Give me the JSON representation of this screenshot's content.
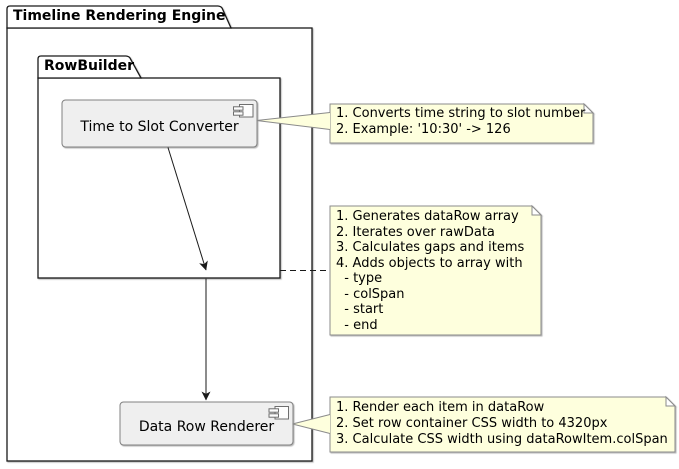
{
  "diagram": {
    "packages": {
      "outer": {
        "label": "Timeline Rendering Engine"
      },
      "inner": {
        "label": "RowBuilder"
      }
    },
    "components": {
      "converter": {
        "label": "Time to Slot Converter"
      },
      "renderer": {
        "label": "Data Row Renderer"
      }
    },
    "notes": {
      "converter_note": {
        "lines": [
          "1. Converts time string to slot number",
          "2. Example: '10:30' -> 126"
        ]
      },
      "rowbuilder_note": {
        "lines": [
          "1. Generates dataRow array",
          "2. Iterates over rawData",
          "3. Calculates gaps and items",
          "4. Adds objects to array with",
          "  - type",
          "  - colSpan",
          "  - start",
          "  - end"
        ]
      },
      "renderer_note": {
        "lines": [
          "1. Render each item in dataRow",
          "2. Set row container CSS width to 4320px",
          "3. Calculate CSS width using dataRowItem.colSpan"
        ]
      }
    },
    "colors": {
      "background": "#FFFFFF",
      "package_fill": "#FFFFFF",
      "package_border": "#1A1A1A",
      "component_fill": "#EFEFEF",
      "component_border": "#808080",
      "icon_fill": "#FDFDFD",
      "icon_border": "#6E6E6E",
      "note_fill": "#FEFFDD",
      "note_border": "#8B8B8B",
      "note_fold_fill": "#FFFFFF",
      "line": "#1A1A1A"
    }
  }
}
